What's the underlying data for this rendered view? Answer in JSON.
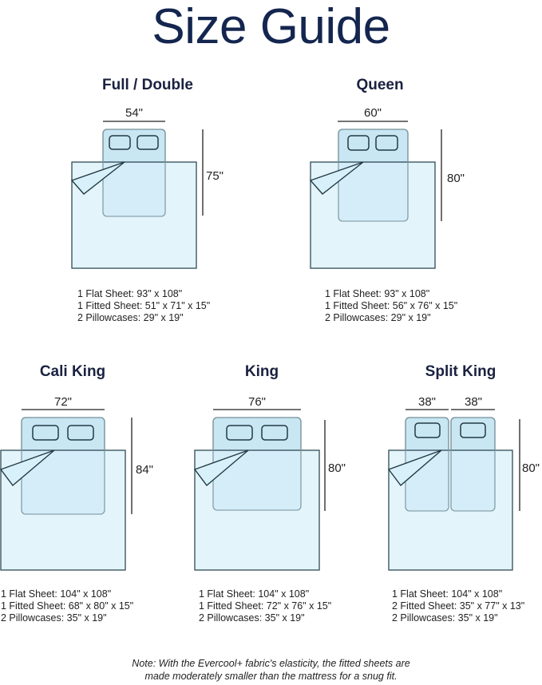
{
  "page": {
    "title": "Size Guide",
    "note_line1": "Note: With the Evercool+ fabric's elasticity, the fitted sheets are",
    "note_line2": "made moderately smaller than the mattress for a snug fit."
  },
  "colors": {
    "title": "#14264f",
    "sheet_fill": "#d8f0fa",
    "mattress_fill": "#c9e7f2",
    "outline": "#2f4a55"
  },
  "sizes": [
    {
      "name": "Full / Double",
      "width_label": "54\"",
      "length_label": "75\"",
      "specs": [
        "1 Flat Sheet: 93\" x 108\"",
        "1 Fitted Sheet: 51\" x 71\" x 15\"",
        "2 Pillowcases: 29\" x 19\""
      ]
    },
    {
      "name": "Queen",
      "width_label": "60\"",
      "length_label": "80\"",
      "specs": [
        "1 Flat Sheet: 93\" x 108\"",
        "1 Fitted Sheet: 56\" x 76\" x 15\"",
        "2 Pillowcases: 29\" x 19\""
      ]
    },
    {
      "name": "Cali King",
      "width_label": "72\"",
      "length_label": "84\"",
      "specs": [
        "1 Flat Sheet: 104\" x 108\"",
        "1 Fitted Sheet: 68\" x 80\" x 15\"",
        "2 Pillowcases: 35\" x 19\""
      ]
    },
    {
      "name": "King",
      "width_label": "76\"",
      "length_label": "80\"",
      "specs": [
        "1 Flat Sheet: 104\" x 108\"",
        "1 Fitted Sheet: 72\" x 76\" x 15\"",
        "2 Pillowcases: 35\" x 19\""
      ]
    },
    {
      "name": "Split King",
      "width_label_left": "38\"",
      "width_label_right": "38\"",
      "length_label": "80\"",
      "specs": [
        "1 Flat Sheet: 104\" x 108\"",
        "2 Fitted Sheet: 35\" x 77\" x 13\"",
        "2 Pillowcases: 35\" x 19\""
      ]
    }
  ]
}
